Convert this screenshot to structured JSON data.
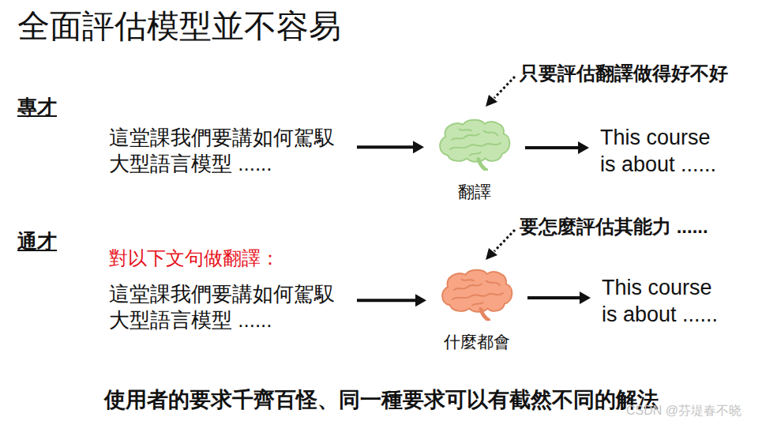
{
  "diagram": {
    "title": "全面評估模型並不容易",
    "caption": "使用者的要求千齊百怪、同一種要求可以有截然不同的解法",
    "nodes": [
      {
        "text": [
          "這堂課我們要講如何駕馭 大型語言模型 ......"
        ]
      },
      {
        "text": [
          "翻譯"
        ]
      },
      {
        "text": [
          "This course is about ......"
        ]
      },
      {
        "text": [
          "這堂課我們要講如何駕馭 大型語言模型 ......"
        ]
      },
      {
        "text": [
          "什麼都會"
        ]
      },
      {
        "text": [
          "This course is about ......"
        ]
      }
    ],
    "edges": [
      {
        "from": 0,
        "to": 1,
        "arrow": "to"
      },
      {
        "from": 1,
        "to": 2,
        "arrow": "to"
      },
      {
        "from": 3,
        "to": 4,
        "arrow": "to"
      },
      {
        "from": 4,
        "to": 5,
        "arrow": "to"
      }
    ],
    "labels": [
      "專才",
      "只要評估翻譯做得好不好",
      "通才",
      "要怎麼評估其能力 ......",
      "對以下文句做翻譯：",
      "CSDN @芬堤春不晓"
    ]
  }
}
